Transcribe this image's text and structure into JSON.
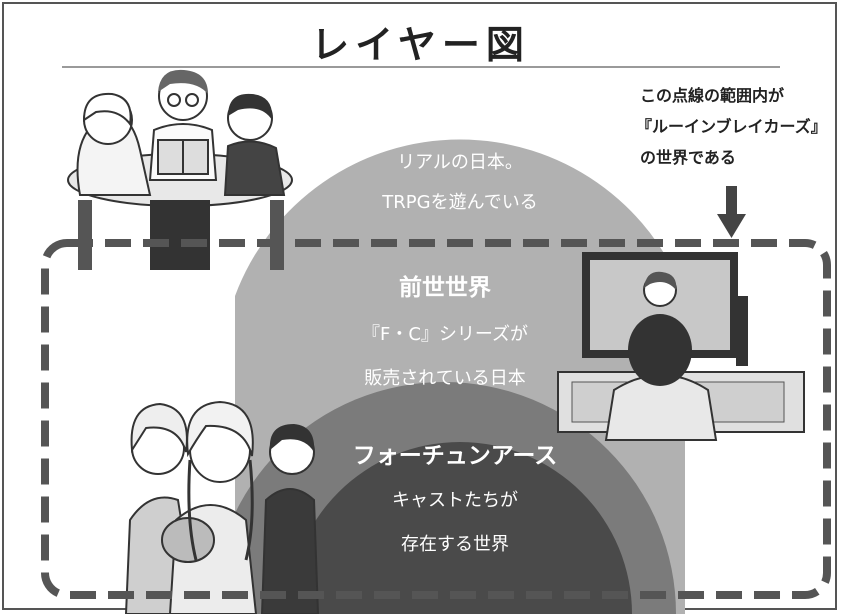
{
  "title": "レイヤー図",
  "note": {
    "line1": "この点線の範囲内が",
    "line2": "『ルーインブレイカーズ』",
    "line3": "の世界である"
  },
  "layers": {
    "real": {
      "title": "現実世界",
      "line1": "リアルの日本。",
      "line2": "TRPGを遊んでいる",
      "color": "#b1b1b1"
    },
    "past": {
      "title": "前世世界",
      "line1": "『F・C』シリーズが",
      "line2": "販売されている日本",
      "color": "#7b7b7b"
    },
    "fortune": {
      "title": "フォーチュンアース",
      "line1": "キャストたちが",
      "line2": "存在する世界",
      "color": "#4a4a4a"
    }
  }
}
